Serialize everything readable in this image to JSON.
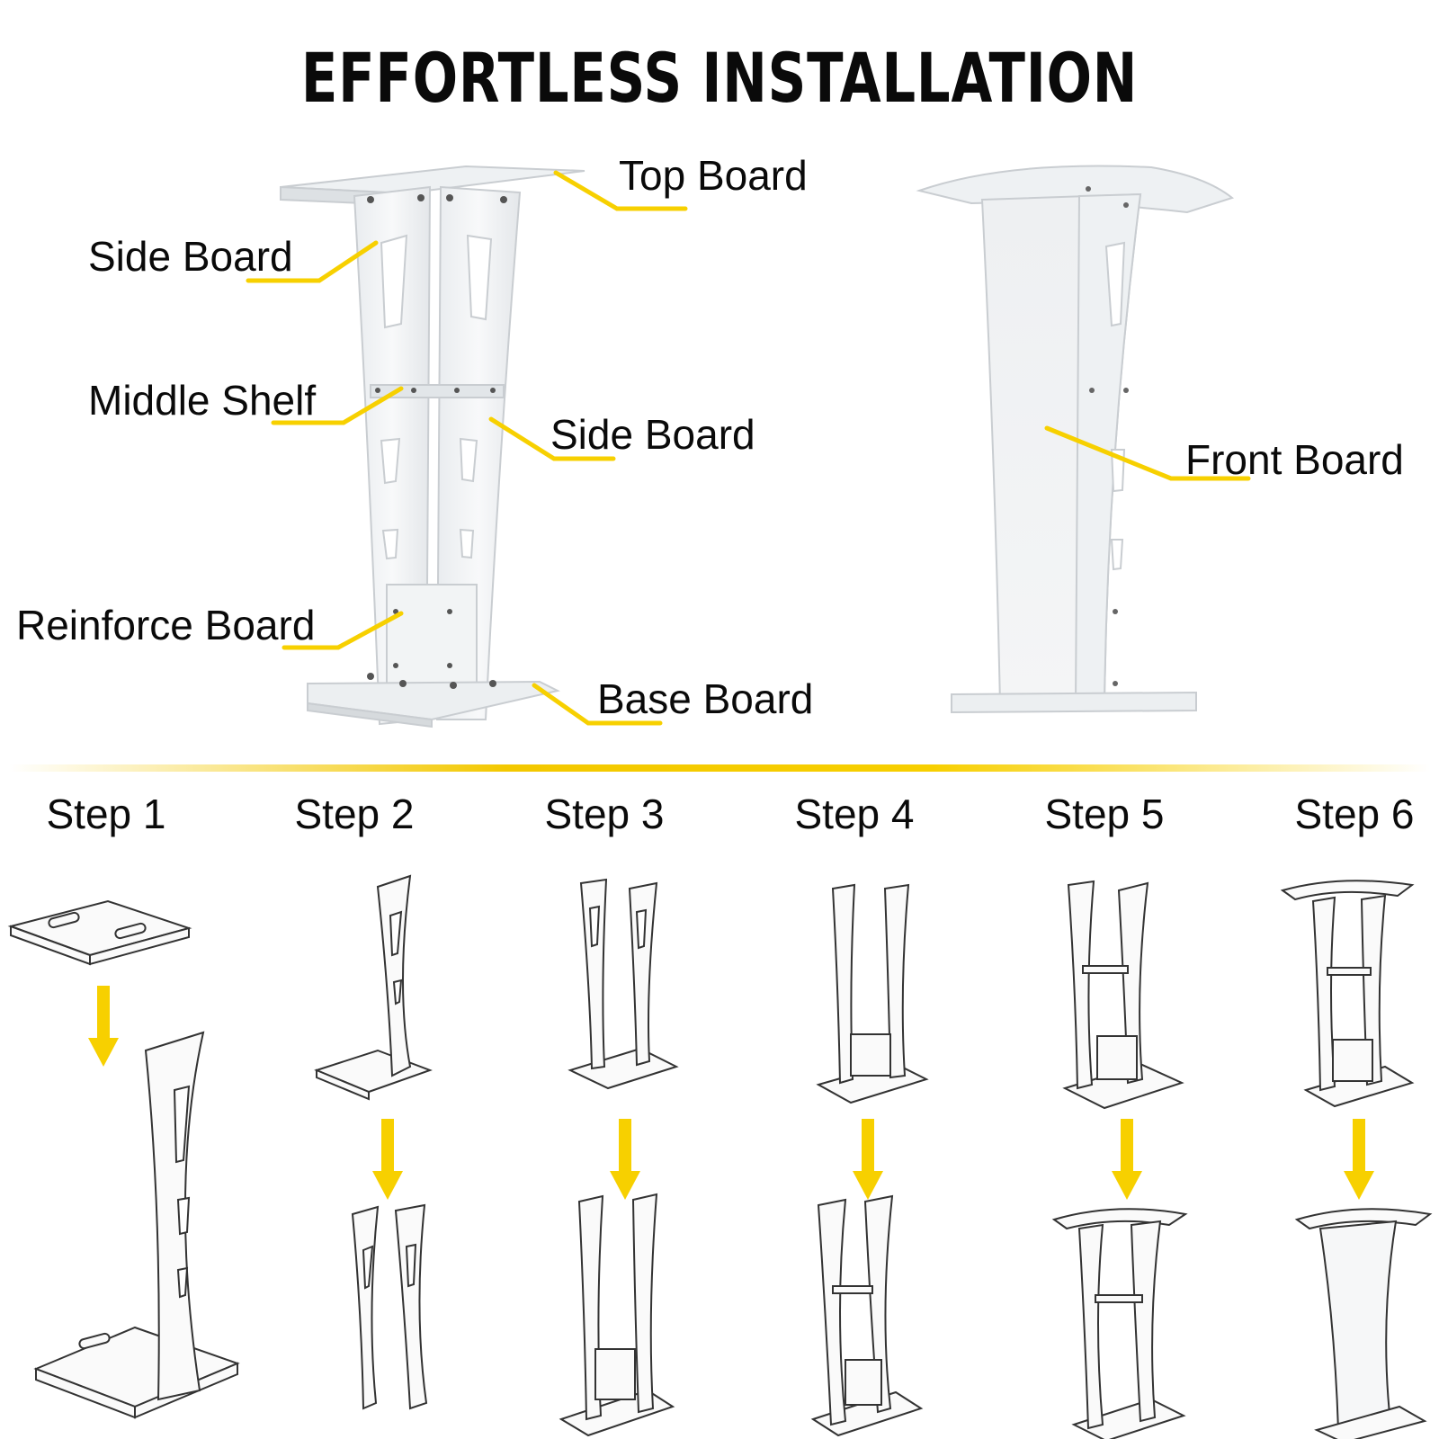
{
  "title": "EFFORTLESS INSTALLATION",
  "parts": {
    "top_board": "Top Board",
    "side_board_1": "Side Board",
    "middle_shelf": "Middle Shelf",
    "side_board_2": "Side Board",
    "reinforce_board": "Reinforce Board",
    "base_board": "Base Board",
    "front_board": "Front Board"
  },
  "steps": [
    "Step 1",
    "Step 2",
    "Step 3",
    "Step 4",
    "Step 5",
    "Step 6"
  ],
  "colors": {
    "accent": "#f7d000",
    "line": "#333333"
  }
}
